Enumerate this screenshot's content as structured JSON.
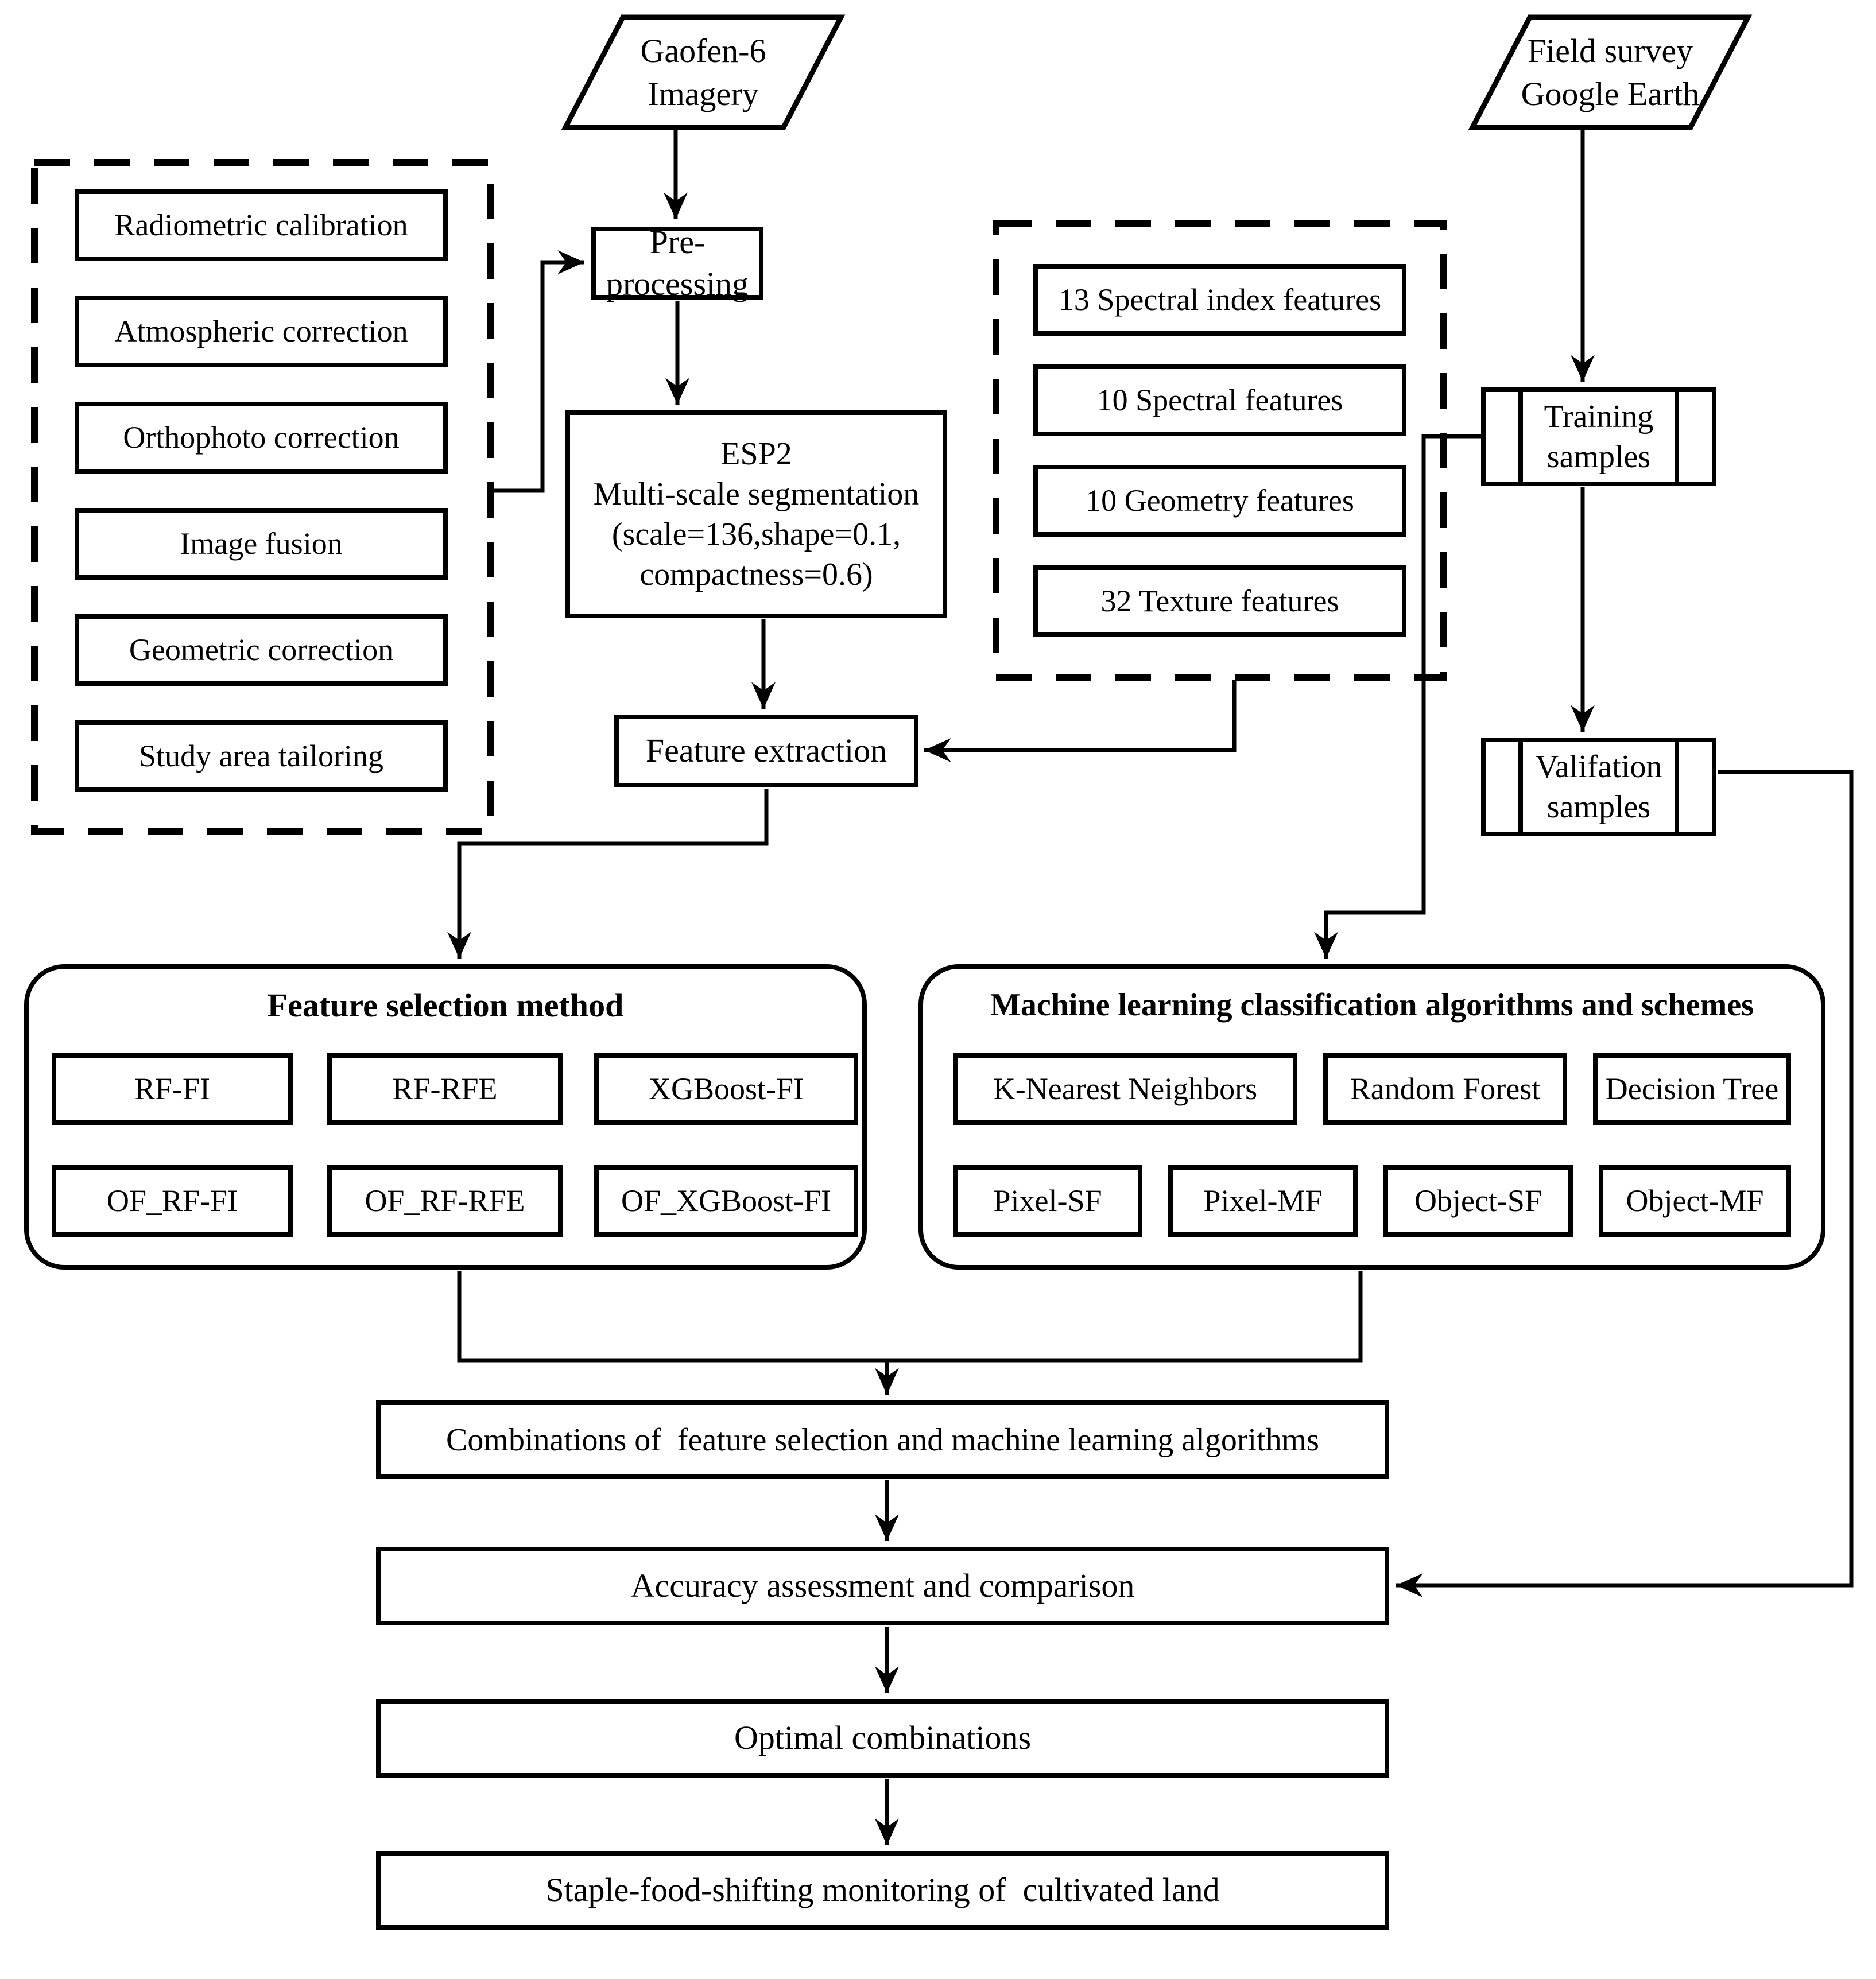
{
  "colors": {
    "ink": "#000000",
    "background": "#ffffff"
  },
  "nodes": {
    "gaofen": "Gaofen-6\nImagery",
    "field_survey": "Field survey\nGoogle Earth",
    "preprocessing": "Pre-processing",
    "esp2": "ESP2\nMulti-scale segmentation\n(scale=136,shape=0.1,\ncompactness=0.6)",
    "feature_extraction": "Feature extraction",
    "training_samples": "Training\nsamples",
    "validation_samples": "Valifation\nsamples",
    "combinations": "Combinations of  feature selection and machine learning algorithms",
    "accuracy_assessment": "Accuracy assessment and comparison",
    "optimal_combinations": "Optimal combinations",
    "monitoring": "Staple-food-shifting monitoring of  cultivated land"
  },
  "preprocessing_steps": [
    "Radiometric calibration",
    "Atmospheric correction",
    "Orthophoto correction",
    "Image fusion",
    "Geometric correction",
    "Study area tailoring"
  ],
  "features": [
    "13 Spectral index features",
    "10 Spectral features",
    "10 Geometry features",
    "32 Texture features"
  ],
  "feature_selection": {
    "title": "Feature selection method",
    "methods": [
      "RF-FI",
      "RF-RFE",
      "XGBoost-FI",
      "OF_RF-FI",
      "OF_RF-RFE",
      "OF_XGBoost-FI"
    ]
  },
  "machine_learning": {
    "title": "Machine learning classification algorithms and schemes",
    "algorithms": [
      "K-Nearest Neighbors",
      "Random Forest",
      "Decision Tree"
    ],
    "schemes": [
      "Pixel-SF",
      "Pixel-MF",
      "Object-SF",
      "Object-MF"
    ]
  }
}
